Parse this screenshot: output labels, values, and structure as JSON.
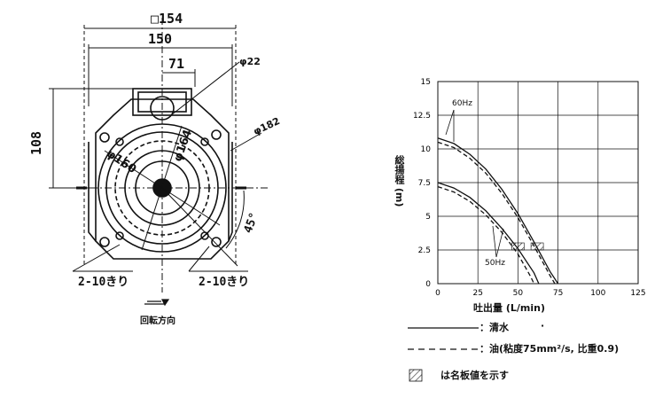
{
  "drawing": {
    "dims": {
      "square": "□154",
      "width": "150",
      "offset": "71",
      "height": "108",
      "phi22": "φ22",
      "phi182": "φ182",
      "phi164": "φ164",
      "phi160": "φ160",
      "angle": "45°",
      "holes_left": "2-10きり",
      "holes_right": "2-10きり"
    },
    "rotation_label": "回転方向"
  },
  "chart_data": {
    "type": "line",
    "xlabel": "吐出量 (L/min)",
    "ylabel": "総揚程 (m)",
    "xlim": [
      0,
      125
    ],
    "ylim": [
      0,
      15
    ],
    "x_ticks": [
      "0",
      "25",
      "50",
      "75",
      "100",
      "125"
    ],
    "y_ticks": [
      "0",
      "2.5",
      "5",
      "7.5",
      "10",
      "12.5",
      "15"
    ],
    "grid": true,
    "annotations": [
      "60Hz",
      "50Hz"
    ],
    "series": [
      {
        "name": "60Hz 清水",
        "style": "solid",
        "x": [
          0,
          10,
          20,
          30,
          40,
          50,
          60,
          70,
          75
        ],
        "y": [
          10.8,
          10.4,
          9.6,
          8.5,
          7.0,
          5.2,
          3.1,
          0.9,
          0
        ]
      },
      {
        "name": "60Hz 油",
        "style": "dashed",
        "x": [
          0,
          10,
          20,
          30,
          40,
          50,
          60,
          70,
          73
        ],
        "y": [
          10.5,
          10.1,
          9.3,
          8.2,
          6.7,
          4.9,
          2.8,
          0.6,
          0
        ]
      },
      {
        "name": "50Hz 清水",
        "style": "solid",
        "x": [
          0,
          10,
          20,
          30,
          40,
          50,
          60,
          63
        ],
        "y": [
          7.5,
          7.1,
          6.4,
          5.4,
          4.1,
          2.6,
          0.8,
          0
        ]
      },
      {
        "name": "50Hz 油",
        "style": "dashed",
        "x": [
          0,
          10,
          20,
          30,
          40,
          50,
          58,
          60
        ],
        "y": [
          7.2,
          6.8,
          6.1,
          5.1,
          3.8,
          2.2,
          0.5,
          0
        ]
      }
    ],
    "rated_points": [
      {
        "x": 50,
        "y": 2.5
      },
      {
        "x": 62,
        "y": 2.5
      }
    ]
  },
  "legend": {
    "solid_label": "：清水",
    "dot": "·",
    "dashed_label": "：油(粘度75mm²/s, 比重0.9)",
    "hatch_label": "は名板値を示す"
  }
}
